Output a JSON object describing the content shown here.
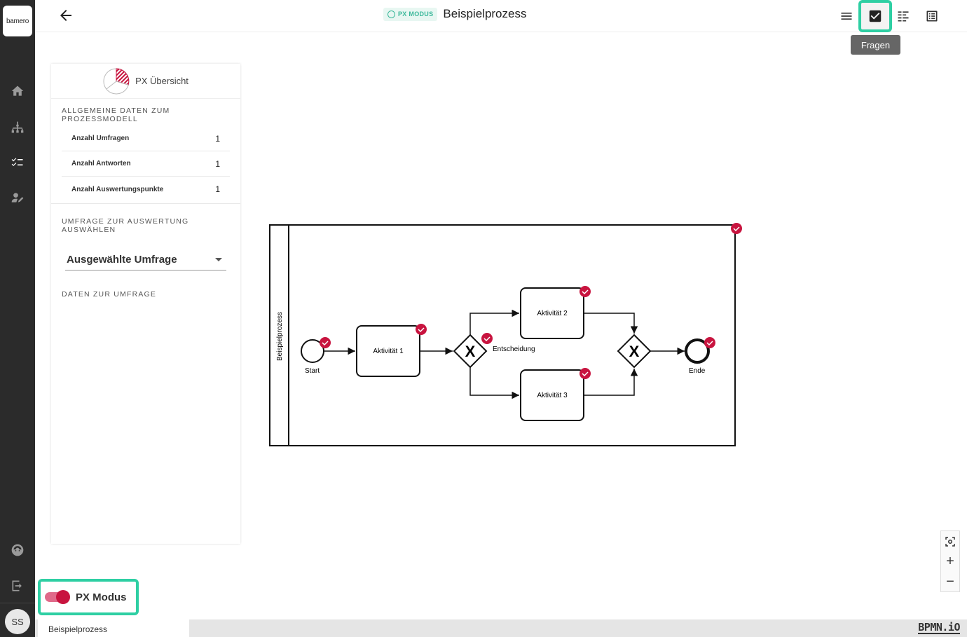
{
  "app": {
    "logo_text": "bamero",
    "avatar_initials": "SS"
  },
  "header": {
    "badge": "PX MODUS",
    "title": "Beispielprozess",
    "tooltip": "Fragen",
    "icons": [
      "back-arrow-icon",
      "menu-icon",
      "checkbox-icon",
      "list-icon",
      "table-icon"
    ]
  },
  "panel": {
    "title": "PX Übersicht",
    "section1": "ALLGEMEINE DATEN ZUM PROZESSMODELL",
    "stats": [
      {
        "label": "Anzahl Umfragen",
        "value": "1"
      },
      {
        "label": "Anzahl Antworten",
        "value": "1"
      },
      {
        "label": "Anzahl Auswertungspunkte",
        "value": "1"
      }
    ],
    "section2": "UMFRAGE ZUR AUSWERTUNG AUSWÄHLEN",
    "select_value": "Ausgewählte Umfrage",
    "section3": "DATEN ZUR UMFRAGE"
  },
  "toggle": {
    "label": "PX Modus"
  },
  "diagram": {
    "pool_label": "Beispielprozess",
    "start_label": "Start",
    "task1": "Aktivität 1",
    "gateway_label": "Entscheidung",
    "task2": "Aktivität 2",
    "task3": "Aktivität 3",
    "end_label": "Ende",
    "marker_color": "#c8143f"
  },
  "footer": {
    "tab": "Beispielprozess",
    "brand": "BPMN.iO"
  },
  "zoom": {
    "zoom_in": "+",
    "zoom_out": "−"
  }
}
